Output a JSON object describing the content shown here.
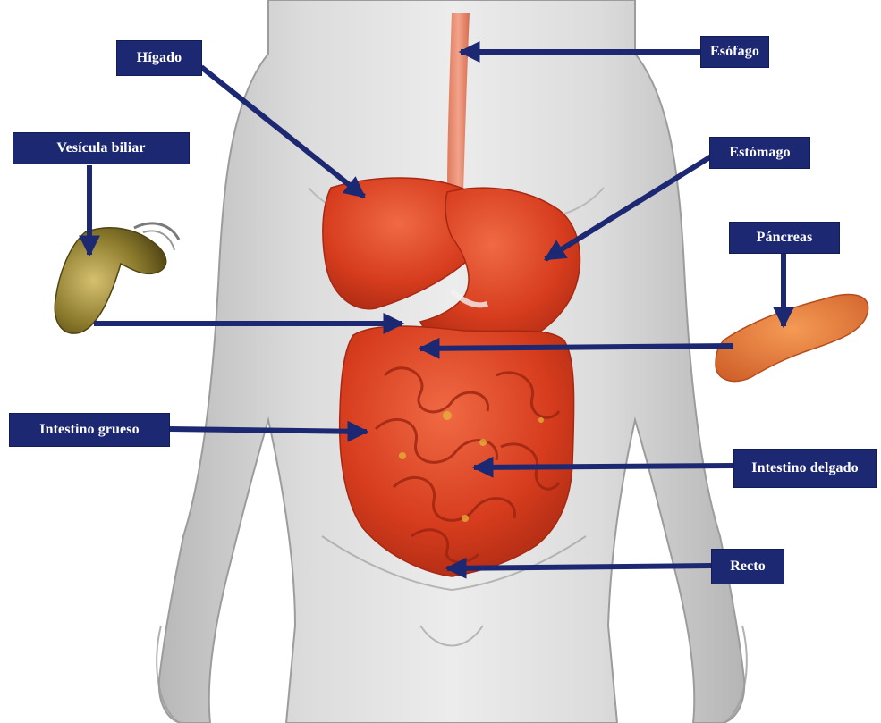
{
  "labels": {
    "higado": "Hígado",
    "esofago": "Esófago",
    "vesicula": "Vesícula biliar",
    "estomago": "Estómago",
    "pancreas": "Páncreas",
    "intestino_grueso": "Intestino grueso",
    "intestino_delgado": "Intestino delgado",
    "recto": "Recto"
  },
  "colors": {
    "label_bg": "#1d2873",
    "arrow": "#1d2873",
    "label_text": "#ffffff",
    "organ_red": "#d9401f",
    "body_gray": "#c9c9c9"
  }
}
